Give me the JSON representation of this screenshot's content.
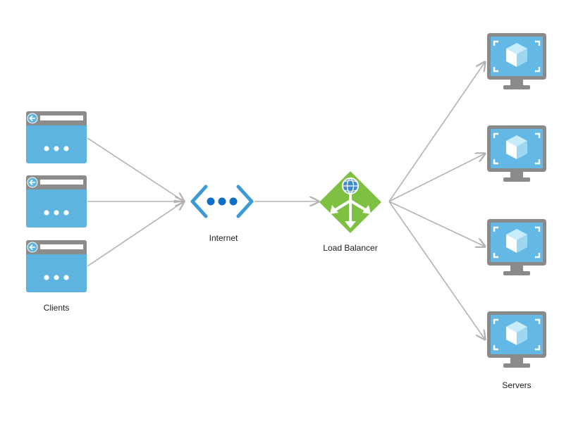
{
  "nodes": {
    "clients": {
      "label": "Clients",
      "count": 3,
      "icon": "browser-window-icon"
    },
    "internet": {
      "label": "Internet",
      "icon": "internet-network-icon"
    },
    "load_balancer": {
      "label": "Load Balancer",
      "icon": "load-balancer-icon"
    },
    "servers": {
      "label": "Servers",
      "count": 4,
      "icon": "virtual-machine-monitor-icon"
    }
  },
  "edges": [
    {
      "from": "clients",
      "to": "internet"
    },
    {
      "from": "internet",
      "to": "load_balancer"
    },
    {
      "from": "load_balancer",
      "to": "servers"
    }
  ],
  "colors": {
    "edge": "#b3b3b3",
    "client_body": "#5db4de",
    "client_bar": "#8c8c8c",
    "internet_blue": "#0f6fc6",
    "internet_chevron": "#3c9ad7",
    "load_balancer_green": "#7ec142",
    "monitor_grey": "#8a8a8a",
    "vm_blue": "#63b8e5"
  }
}
